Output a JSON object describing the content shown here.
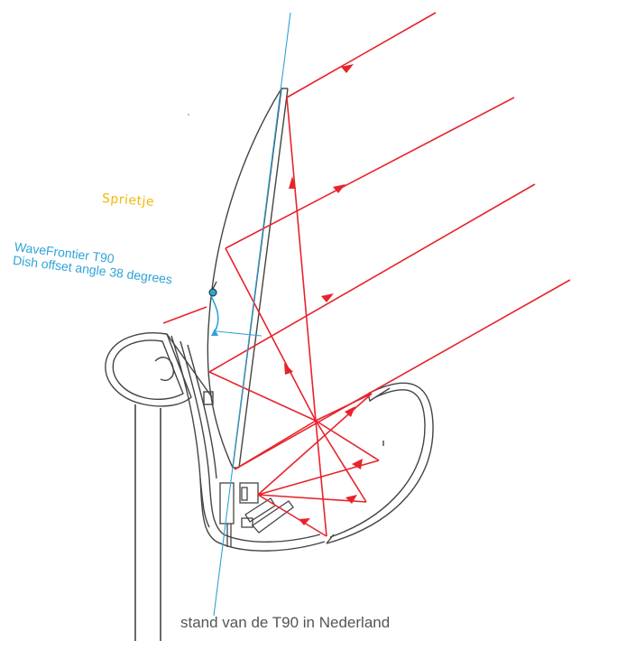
{
  "labels": {
    "sprietje": "Sprietje",
    "wavefrontier_line1": "WaveFrontier T90",
    "wavefrontier_line2": "Dish offset angle 38 degrees",
    "caption": "stand van de T90 in Nederland"
  },
  "colors": {
    "ray": "#e8232b",
    "axis": "#2fa4d8",
    "sprietje": "#f2b705",
    "drawing": "#444444",
    "caption": "#555555"
  }
}
